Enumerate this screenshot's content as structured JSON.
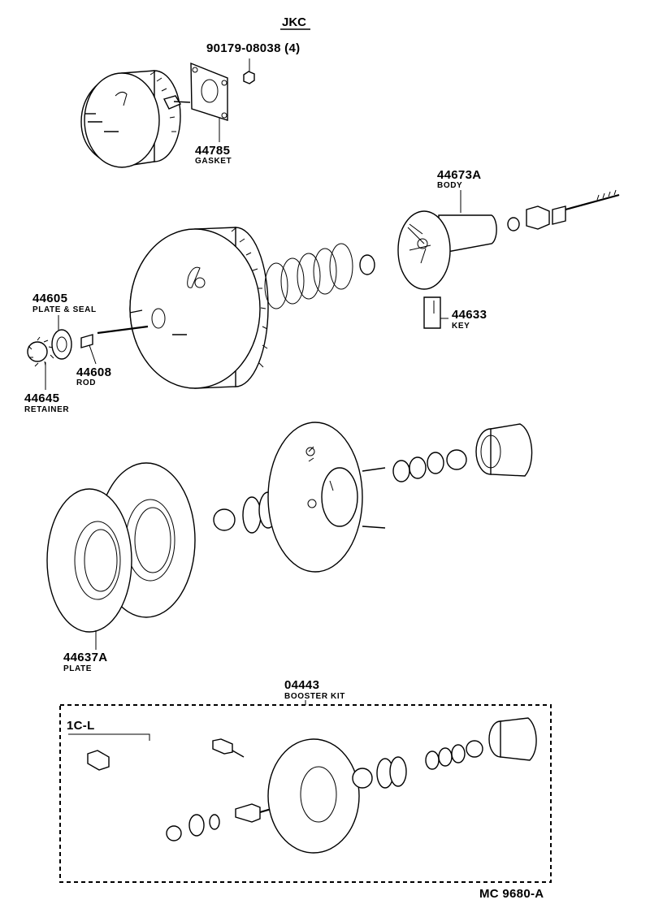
{
  "header": {
    "model_code": "JKC"
  },
  "callouts": {
    "nut": {
      "part_no": "90179-08038 (4)",
      "name": ""
    },
    "gasket": {
      "part_no": "44785",
      "name": "GASKET"
    },
    "body": {
      "part_no": "44673A",
      "name": "BODY"
    },
    "plate_seal": {
      "part_no": "44605",
      "name": "PLATE & SEAL"
    },
    "key": {
      "part_no": "44633",
      "name": "KEY"
    },
    "rod": {
      "part_no": "44608",
      "name": "ROD"
    },
    "retainer": {
      "part_no": "44645",
      "name": "RETAINER"
    },
    "plate": {
      "part_no": "44637A",
      "name": "PLATE"
    },
    "booster_kit": {
      "part_no": "04443",
      "name": "BOOSTER KIT"
    }
  },
  "kit_variant": {
    "label": "1C-L"
  },
  "footer": {
    "drawing_code": "MC 9680-A"
  }
}
